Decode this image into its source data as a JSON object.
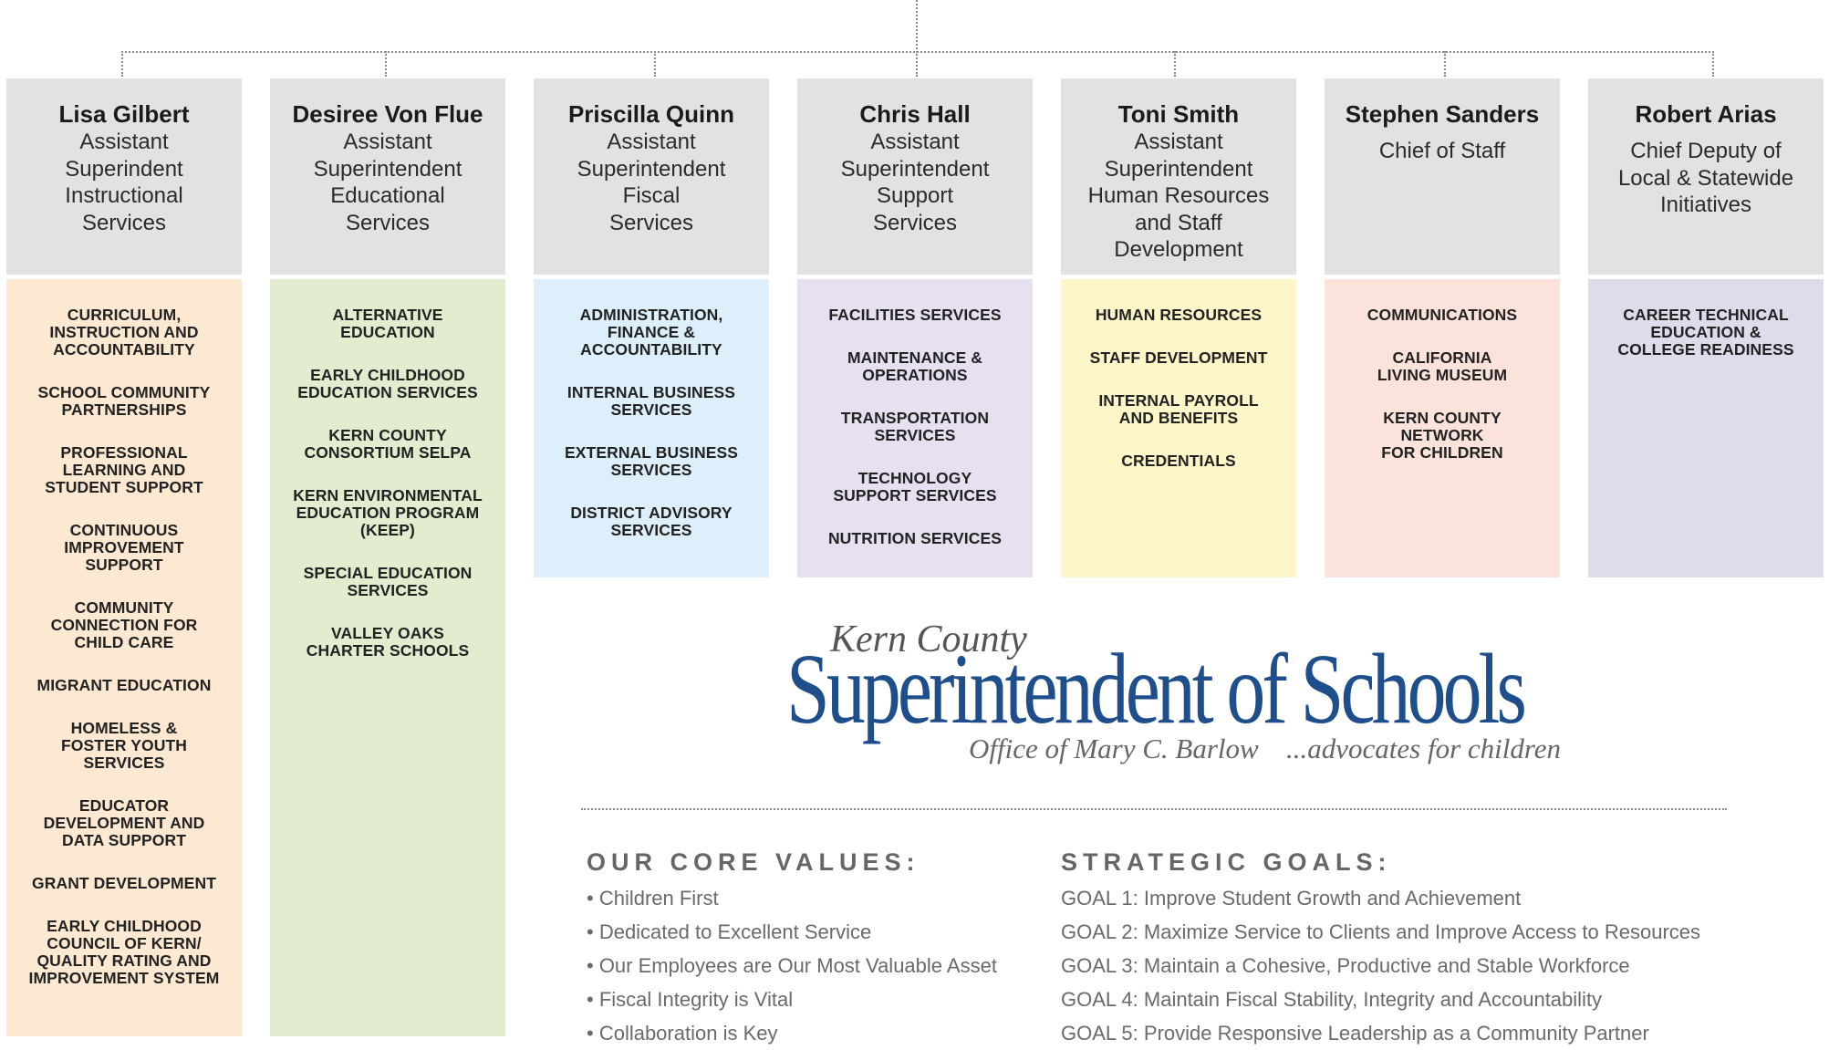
{
  "columns": [
    {
      "name": "Lisa Gilbert",
      "title": "Assistant\nSuperindent\nInstructional\nServices",
      "color": "#fde9d2",
      "items": [
        "CURRICULUM,\nINSTRUCTION AND\nACCOUNTABILITY",
        "SCHOOL COMMUNITY\nPARTNERSHIPS",
        "PROFESSIONAL\nLEARNING AND\nSTUDENT SUPPORT",
        "CONTINUOUS\nIMPROVEMENT\nSUPPORT",
        "COMMUNITY\nCONNECTION FOR\nCHILD CARE",
        "MIGRANT EDUCATION",
        "HOMELESS &\nFOSTER YOUTH\nSERVICES",
        "EDUCATOR\nDEVELOPMENT AND\nDATA SUPPORT",
        "GRANT DEVELOPMENT",
        "EARLY CHILDHOOD\nCOUNCIL OF KERN/\nQUALITY RATING AND\nIMPROVEMENT SYSTEM"
      ]
    },
    {
      "name": "Desiree Von Flue",
      "title": "Assistant\nSuperintendent\nEducational\nServices",
      "color": "#e2edd0",
      "items": [
        "ALTERNATIVE\nEDUCATION",
        "EARLY CHILDHOOD\nEDUCATION SERVICES",
        "KERN COUNTY\nCONSORTIUM SELPA",
        "KERN ENVIRONMENTAL\nEDUCATION PROGRAM\n(KEEP)",
        "SPECIAL EDUCATION\nSERVICES",
        "VALLEY OAKS\nCHARTER SCHOOLS"
      ]
    },
    {
      "name": "Priscilla Quinn",
      "title": "Assistant\nSuperintendent\nFiscal\nServices",
      "color": "#ddeffb",
      "items": [
        "ADMINISTRATION,\nFINANCE &\nACCOUNTABILITY",
        "INTERNAL BUSINESS\nSERVICES",
        "EXTERNAL BUSINESS\nSERVICES",
        "DISTRICT ADVISORY\nSERVICES"
      ]
    },
    {
      "name": "Chris Hall",
      "title": "Assistant\nSuperintendent\nSupport\nServices",
      "color": "#e7e0f0",
      "items": [
        "FACILITIES SERVICES",
        "MAINTENANCE &\nOPERATIONS",
        "TRANSPORTATION\nSERVICES",
        "TECHNOLOGY\nSUPPORT SERVICES",
        "NUTRITION SERVICES"
      ]
    },
    {
      "name": "Toni Smith",
      "title": "Assistant\nSuperintendent\nHuman Resources\nand Staff\nDevelopment",
      "color": "#fdf6c9",
      "items": [
        "HUMAN RESOURCES",
        "STAFF DEVELOPMENT",
        "INTERNAL PAYROLL\nAND BENEFITS",
        "CREDENTIALS"
      ]
    },
    {
      "name": "Stephen Sanders",
      "title": "Chief of Staff",
      "color": "#fbe3db",
      "items": [
        "COMMUNICATIONS",
        "CALIFORNIA\nLIVING MUSEUM",
        "KERN COUNTY\nNETWORK\nFOR CHILDREN"
      ]
    },
    {
      "name": "Robert Arias",
      "title": "Chief Deputy of\nLocal & Statewide\nInitiatives",
      "color": "#dcdcea",
      "items": [
        "CAREER TECHNICAL\nEDUCATION &\nCOLLEGE READINESS"
      ]
    }
  ],
  "logo": {
    "line1": "Kern County",
    "line2": "Superintendent of Schools",
    "office": "Office of Mary C. Barlow",
    "tagline": "...advocates for children"
  },
  "core_values": {
    "heading": "OUR CORE VALUES:",
    "items": [
      "• Children First",
      "• Dedicated to Excellent Service",
      "• Our Employees are Our Most Valuable Asset",
      "• Fiscal Integrity is Vital",
      "• Collaboration is Key"
    ]
  },
  "strategic_goals": {
    "heading": "STRATEGIC GOALS:",
    "items": [
      "GOAL 1: Improve Student Growth and Achievement",
      "GOAL 2: Maximize Service to Clients and Improve Access to Resources",
      "GOAL 3: Maintain a Cohesive, Productive and Stable Workforce",
      "GOAL 4: Maintain Fiscal Stability, Integrity and Accountability",
      "GOAL 5: Provide Responsive Leadership as a Community Partner"
    ]
  }
}
